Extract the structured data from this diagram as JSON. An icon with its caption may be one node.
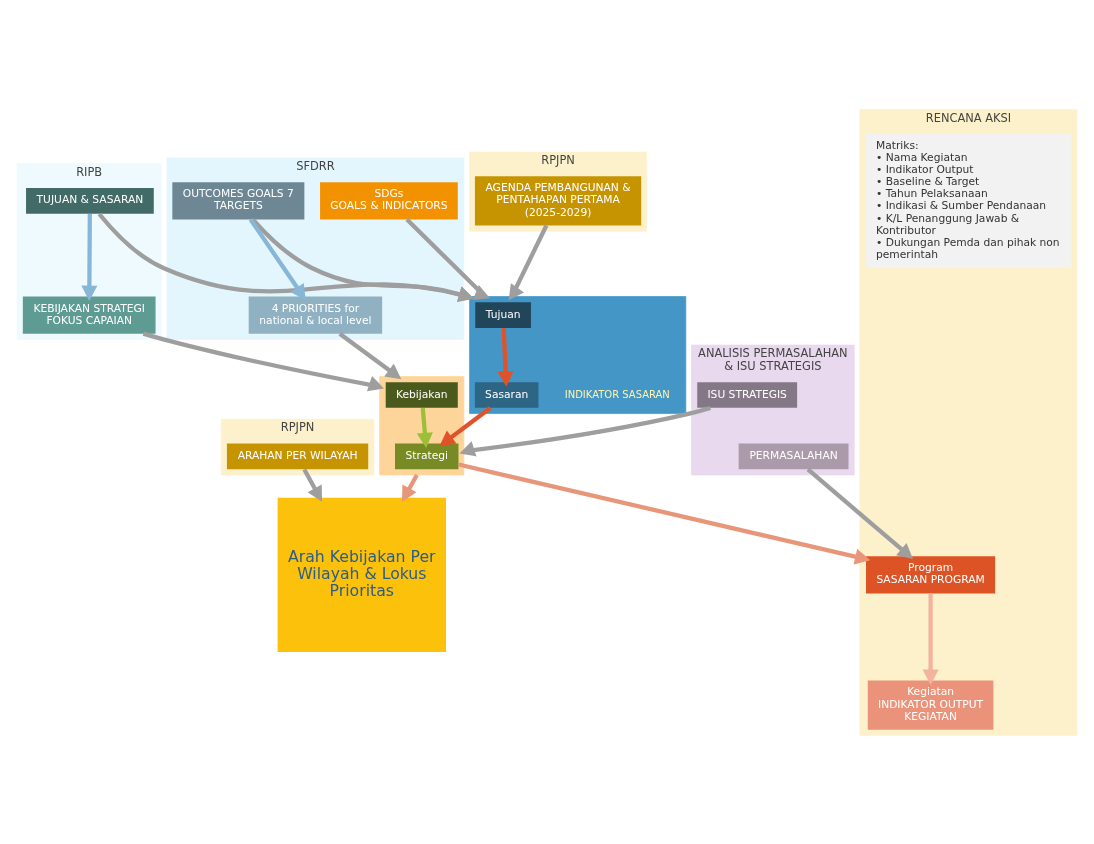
{
  "diagram": {
    "nodes": [
      {
        "text": [
          "RPJPN"
        ]
      },
      {
        "text": [
          "AGENDA PEMBANGUNAN & PENTAHAPAN PERTAMA (2025-2029)"
        ],
        "in": 0
      },
      {
        "text": [
          "RIPB"
        ]
      },
      {
        "text": [
          "TUJUAN & SASARAN"
        ],
        "in": 2
      },
      {
        "text": [
          "KEBIJAKAN STRATEGI FOKUS CAPAIAN"
        ],
        "in": 2
      },
      {
        "text": [],
        "shape": "box"
      },
      {
        "text": [
          "Tujuan"
        ],
        "in": 5
      },
      {
        "text": [
          "Sasaran"
        ],
        "in": 5,
        "beside": [
          "INDIKATOR SASARAN"
        ]
      },
      {
        "text": [],
        "shape": "box"
      },
      {
        "text": [
          "Kebijakan"
        ],
        "in": 8
      },
      {
        "text": [
          "Strategi"
        ],
        "in": 8
      },
      {
        "text": [
          "SFDRR"
        ]
      },
      {
        "text": [
          "OUTCOMES GOALS 7 TARGETS"
        ],
        "in": 11
      },
      {
        "text": [
          "SDGs",
          "GOALS & INDICATORS"
        ],
        "in": 11
      },
      {
        "text": [
          "4 PRIORITIES for national & local level"
        ],
        "in": 11
      },
      {
        "text": [
          "ANALISIS PERMASALAHAN & ISU STRATEGIS"
        ]
      },
      {
        "text": [
          "ISU STRATEGIS"
        ],
        "in": 15
      },
      {
        "text": [
          "PERMASALAHAN"
        ],
        "in": 15
      },
      {
        "text": [
          "Arah Kebijakan Per Wilayah & Lokus Prioritas"
        ]
      },
      {
        "text": [
          "RENCANA AKSI"
        ]
      },
      {
        "text": [
          "Program",
          "SASARAN PROGRAM"
        ],
        "in": 19
      },
      {
        "text": [
          "Kegiatan",
          "INDIKATOR OUTPUT KEGIATAN"
        ],
        "in": 19
      },
      {
        "text": [
          "Matriks:",
          "• Nama Kegiatan",
          "• Indikator Output",
          "• Baseline & Target",
          "• Tahun Pelaksanaan",
          "• Indikasi & Sumber Pendanaan",
          "• K/L Penanggung Jawab & Kontributor",
          "• Dukungan Pemda dan pihak non pemerintah"
        ],
        "in": 19
      },
      {
        "text": [
          "RPJPN"
        ]
      },
      {
        "text": [
          "ARAHAN PER WILAYAH"
        ],
        "in": 23
      }
    ],
    "edges": [
      {
        "from": 1,
        "to": 5,
        "arrow": "to"
      },
      {
        "from": 3,
        "to": 5,
        "arrow": "to"
      },
      {
        "from": 3,
        "to": 4,
        "arrow": "to",
        "color": "#87b6d6"
      },
      {
        "from": 4,
        "to": 8,
        "arrow": "to"
      },
      {
        "from": 6,
        "to": 7,
        "arrow": "to",
        "color": "#e0532a"
      },
      {
        "from": 7,
        "to": 10,
        "arrow": "to",
        "color": "#e0532a"
      },
      {
        "from": 12,
        "to": 5,
        "arrow": "to"
      },
      {
        "from": 13,
        "to": 5,
        "arrow": "to"
      },
      {
        "from": 12,
        "to": 14,
        "arrow": "to",
        "color": "#87b6d6"
      },
      {
        "from": 14,
        "to": 8,
        "arrow": "to"
      },
      {
        "from": 9,
        "to": 10,
        "arrow": "to",
        "color": "#9cbf3a"
      },
      {
        "from": 8,
        "to": 18,
        "arrow": "to",
        "color": "#e8967a"
      },
      {
        "from": 10,
        "to": 20,
        "arrow": "to",
        "color": "#e8967a"
      },
      {
        "from": 16,
        "to": 8,
        "arrow": "to"
      },
      {
        "from": 17,
        "to": 20,
        "arrow": "to"
      },
      {
        "from": 20,
        "to": 21,
        "arrow": "to",
        "color": "#f2b49e"
      },
      {
        "from": 24,
        "to": 18,
        "arrow": "to"
      }
    ]
  }
}
